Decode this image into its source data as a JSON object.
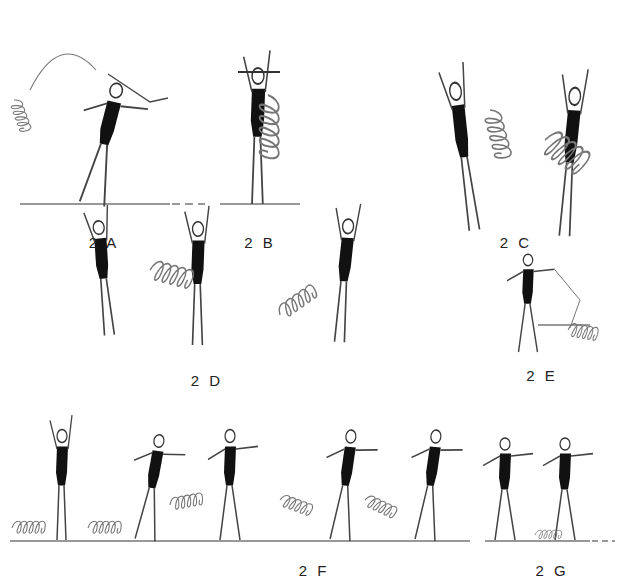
{
  "diagram": {
    "labels": [
      "2 A",
      "2 B",
      "2 C",
      "2 D",
      "2 E",
      "2 F",
      "2 G"
    ]
  }
}
